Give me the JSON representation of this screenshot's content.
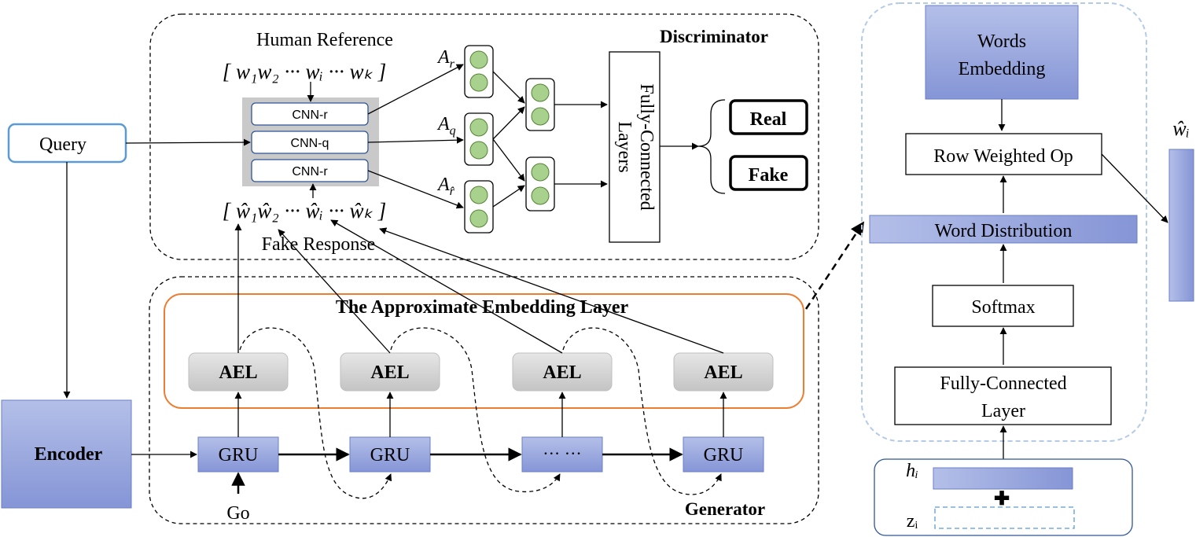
{
  "discriminator": {
    "title": "Discriminator",
    "human_reference": "Human Reference",
    "ref_sequence": "[ w₁w₂ ··· wᵢ ··· wₖ ]",
    "fake_sequence": "[ ŵ₁ŵ₂ ··· ŵᵢ ··· ŵₖ ]",
    "fake_response": "Fake Response",
    "cnn_top": "CNN-r",
    "cnn_mid": "CNN-q",
    "cnn_bot": "CNN-r",
    "a_r": "A",
    "a_r_sub": "r",
    "a_q": "A",
    "a_q_sub": "q",
    "a_rhat": "A",
    "a_rhat_sub": "r̂",
    "fc_line1": "Fully-Connected",
    "fc_line2": "Layers",
    "real": "Real",
    "fake": "Fake"
  },
  "query": "Query",
  "encoder": "Encoder",
  "generator": {
    "title": "Generator",
    "ael_layer_title": "The Approximate Embedding Layer",
    "ael_labels": [
      "AEL",
      "AEL",
      "AEL",
      "AEL"
    ],
    "gru1": "GRU",
    "gru2": "GRU",
    "dots": "··· ···",
    "gru3": "GRU",
    "go": "Go"
  },
  "detail": {
    "words_embedding_1": "Words",
    "words_embedding_2": "Embedding",
    "row_weighted": "Row Weighted Op",
    "word_distribution": "Word Distribution",
    "softmax": "Softmax",
    "fc_1": "Fully-Connected",
    "fc_2": "Layer",
    "h_i": "hᵢ",
    "z_i": "zᵢ",
    "plus": "✚",
    "w_hat_i": "ŵᵢ"
  },
  "colors": {
    "blue_box": "#9aa8de",
    "query_border": "#5b9bd5",
    "orange": "#ed7d31",
    "green": "#a9d18e",
    "gray_box": "#d0d0d0",
    "cnn_panel": "#c9c9c9",
    "dashed_light": "#b4cbe8"
  }
}
